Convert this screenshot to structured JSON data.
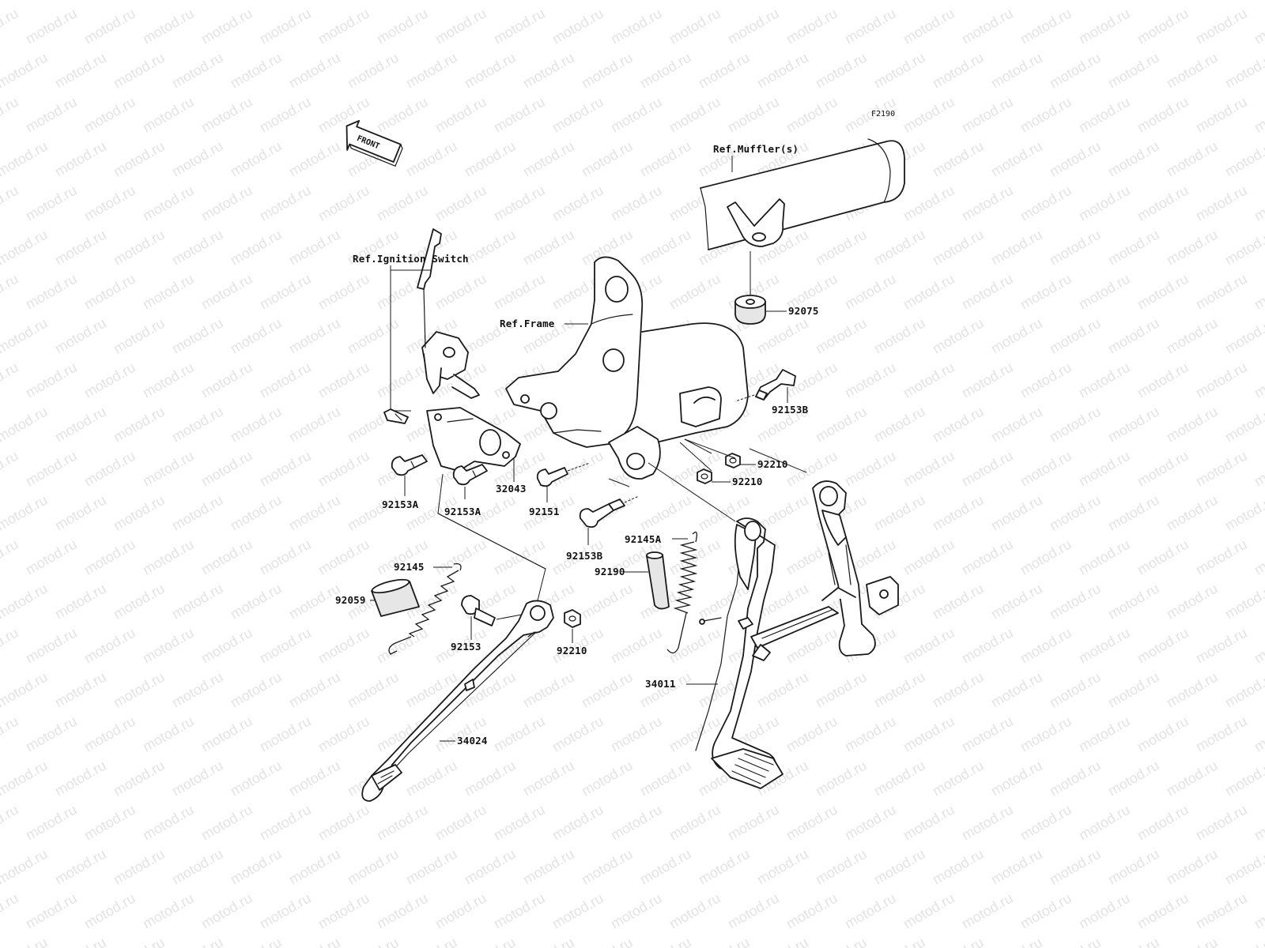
{
  "watermark": {
    "text": "motod.ru"
  },
  "figure_code": "F2190",
  "front_indicator": {
    "label": "FRONT"
  },
  "references": {
    "muffler": "Ref.Muffler(s)",
    "ignition_switch": "Ref.Ignition Switch",
    "frame": "Ref.Frame"
  },
  "parts": {
    "p92075": "92075",
    "p92153B_top": "92153B",
    "p92210_a": "92210",
    "p92210_b": "92210",
    "p32043": "32043",
    "p92153A_left": "92153A",
    "p92153A_right": "92153A",
    "p92151": "92151",
    "p92153B_mid": "92153B",
    "p92145A": "92145A",
    "p92190": "92190",
    "p92145": "92145",
    "p92059": "92059",
    "p92153": "92153",
    "p92210_c": "92210",
    "p34011": "34011",
    "p34024": "34024"
  }
}
